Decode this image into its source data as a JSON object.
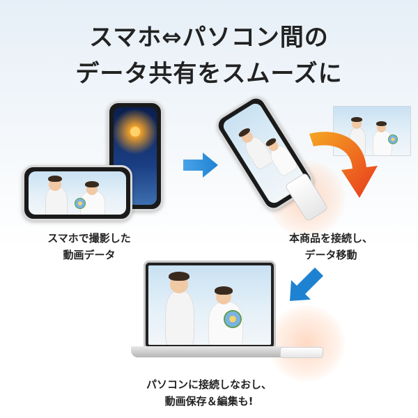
{
  "title": {
    "line1": "スマホ⇔パソコン間の",
    "line2": "データ共有をスムーズに"
  },
  "captions": {
    "smartphone": [
      "スマホで撮影した",
      "動画データ"
    ],
    "connect": [
      "本商品を接続し、",
      "データ移動"
    ],
    "pc": [
      "パソコンに接続しなおし、",
      "動画保存＆編集も!"
    ]
  },
  "colors": {
    "arrow_blue": "#1e82d2",
    "arrow_orange_start": "#f5a623",
    "arrow_orange_end": "#e8391d",
    "glow": "#ffd9c4"
  },
  "icons": [
    "right-arrow-icon",
    "curved-arrow-icon",
    "down-left-arrow-icon"
  ]
}
